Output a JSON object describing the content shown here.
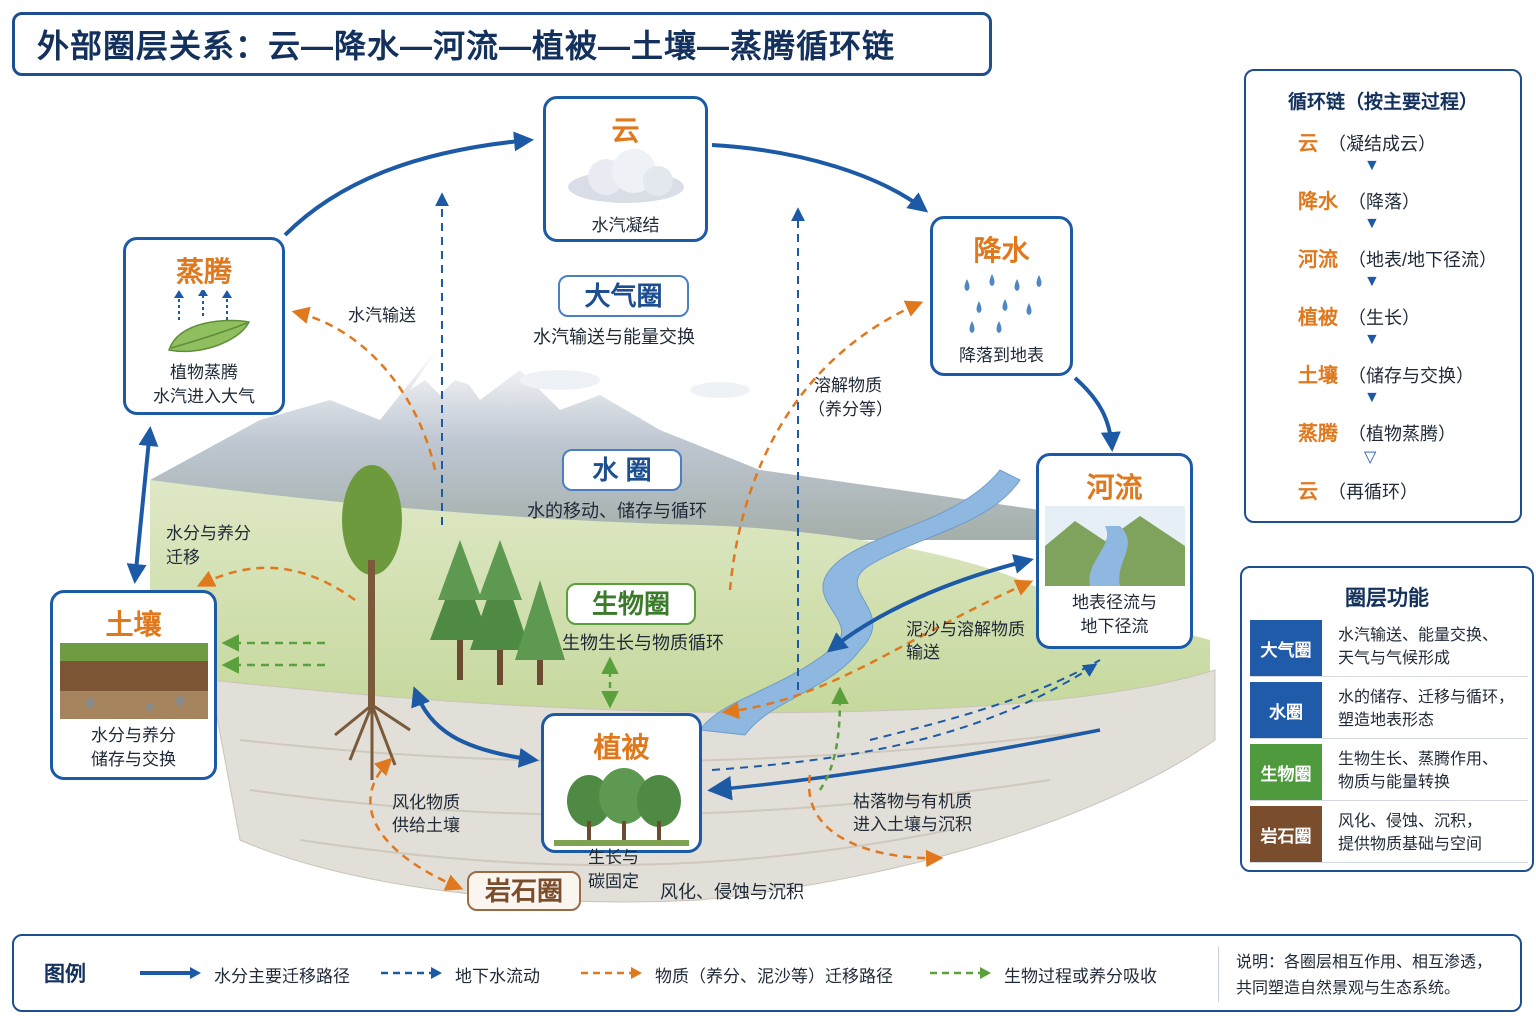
{
  "title": "外部圈层关系：云—降水—河流—植被—土壤—蒸腾循环链",
  "nodes": {
    "cloud": {
      "title": "云",
      "desc": "水汽凝结"
    },
    "precip": {
      "title": "降水",
      "desc": "降落到地表"
    },
    "river": {
      "title": "河流",
      "desc1": "地表径流与",
      "desc2": "地下径流"
    },
    "veg": {
      "title": "植被",
      "desc1": "生长与",
      "desc2": "碳固定"
    },
    "soil": {
      "title": "土壤",
      "desc1": "水分与养分",
      "desc2": "储存与交换"
    },
    "transp": {
      "title": "蒸腾",
      "desc1": "植物蒸腾",
      "desc2": "水汽进入大气"
    }
  },
  "spheres": {
    "atmo": {
      "name": "大气圈",
      "desc": "水汽输送与能量交换"
    },
    "hydro": {
      "name": "水 圈",
      "desc": "水的移动、储存与循环"
    },
    "bio": {
      "name": "生物圈",
      "desc": "生物生长与物质循环"
    },
    "litho": {
      "name": "岩石圈",
      "desc": "风化、侵蚀与沉积"
    }
  },
  "labels": {
    "vapor": "水汽输送",
    "dissolved1": "溶解物质",
    "dissolved2": "（养分等）",
    "water_nutrient1": "水分与养分",
    "water_nutrient2": "迁移",
    "sediment1": "泥沙与溶解物质",
    "sediment2": "输送",
    "weather1": "风化物质",
    "weather2": "供给土壤",
    "litter1": "枯落物与有机质",
    "litter2": "进入土壤与沉积"
  },
  "chain": {
    "title": "循环链（按主要过程）",
    "items": [
      {
        "key": "云",
        "note": "（凝结成云）"
      },
      {
        "key": "降水",
        "note": "（降落）"
      },
      {
        "key": "河流",
        "note": "（地表/地下径流）"
      },
      {
        "key": "植被",
        "note": "（生长）"
      },
      {
        "key": "土壤",
        "note": "（储存与交换）"
      },
      {
        "key": "蒸腾",
        "note": "（植物蒸腾）"
      },
      {
        "key": "云",
        "note": "（再循环）"
      }
    ]
  },
  "functions": {
    "title": "圈层功能",
    "rows": [
      {
        "tag": "大气圈",
        "color": "#1f5ba8",
        "line1": "水汽输送、能量交换、",
        "line2": "天气与气候形成"
      },
      {
        "tag": "水圈",
        "color": "#1f5ba8",
        "line1": "水的储存、迁移与循环，",
        "line2": "塑造地表形态"
      },
      {
        "tag": "生物圈",
        "color": "#4e9a3c",
        "line1": "生物生长、蒸腾作用、",
        "line2": "物质与能量转换"
      },
      {
        "tag": "岩石圈",
        "color": "#7a4e2d",
        "line1": "风化、侵蚀、沉积，",
        "line2": "提供物质基础与空间"
      }
    ]
  },
  "legend": {
    "title": "图例",
    "items": [
      {
        "label": "水分主要迁移路径",
        "color": "#1d5aa6",
        "style": "solid"
      },
      {
        "label": "地下水流动",
        "color": "#1d5aa6",
        "style": "dashed"
      },
      {
        "label": "物质（养分、泥沙等）迁移路径",
        "color": "#e0781e",
        "style": "dashed"
      },
      {
        "label": "生物过程或养分吸收",
        "color": "#5aa03c",
        "style": "dashed"
      }
    ],
    "note1": "说明：各圈层相互作用、相互渗透，",
    "note2": "共同塑造自然景观与生态系统。"
  }
}
